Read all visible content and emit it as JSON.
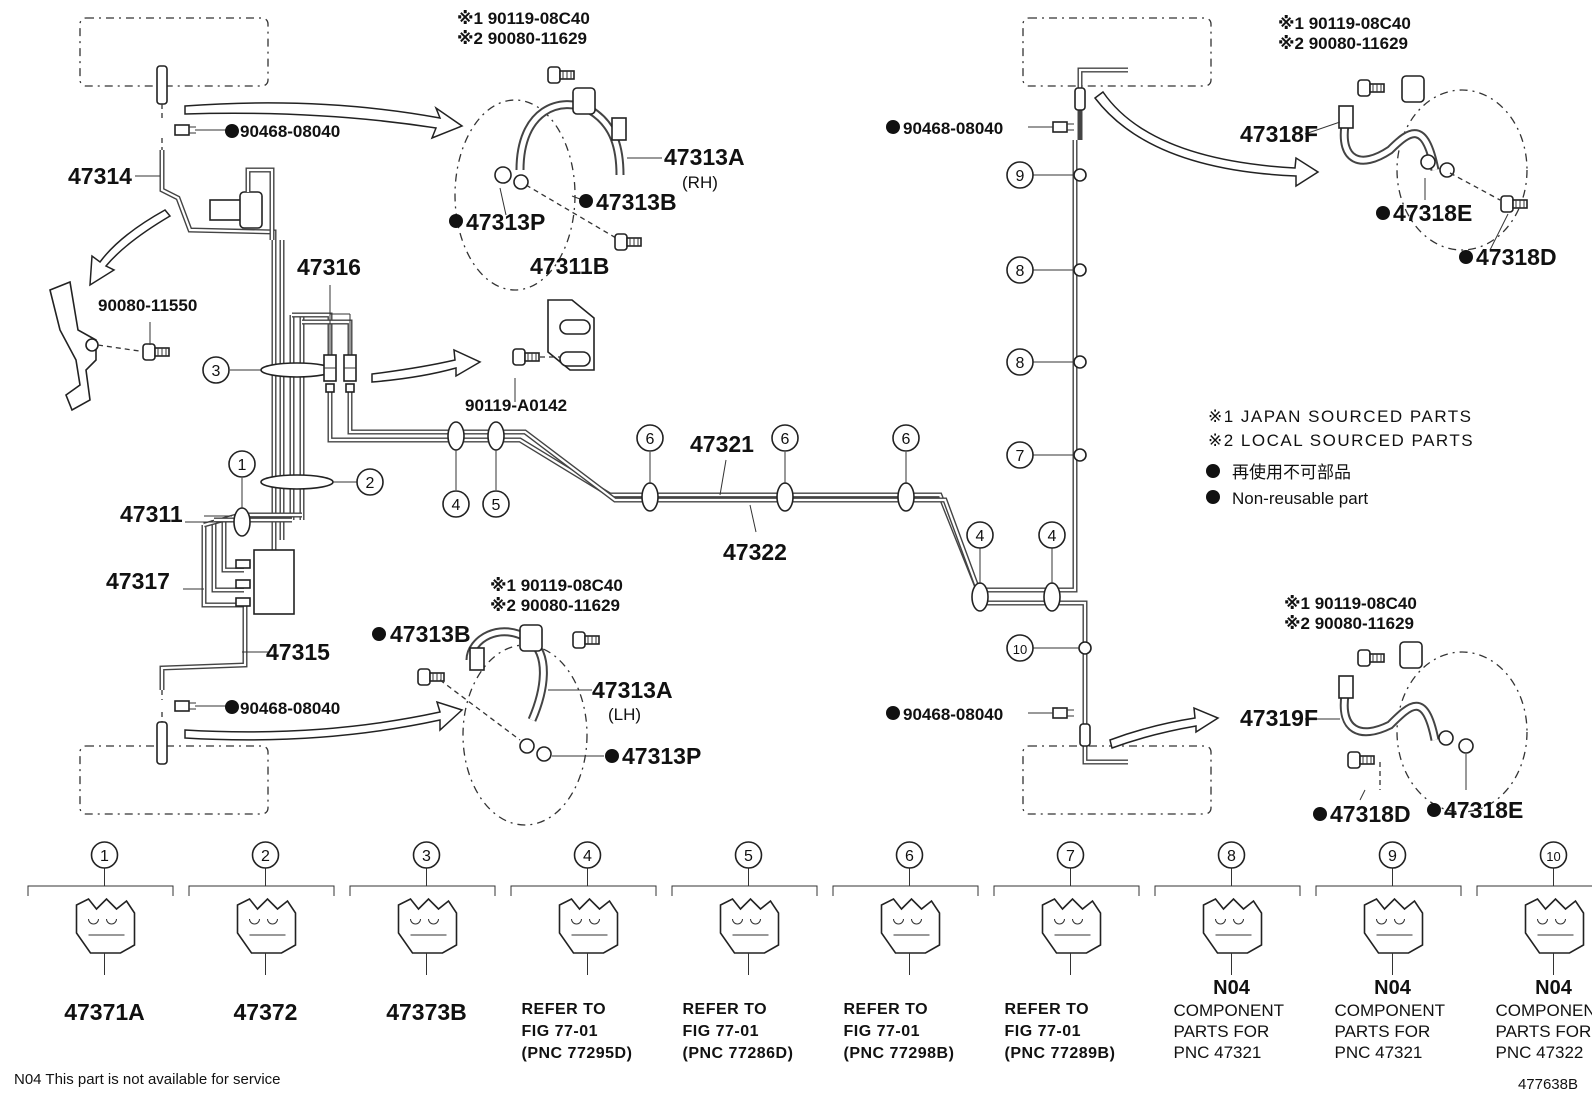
{
  "labels": {
    "p47314": "47314",
    "p47311": "47311",
    "p47317": "47317",
    "p47315": "47315",
    "p47316": "47316",
    "p47321": "47321",
    "p47322": "47322",
    "p47313A_rh": "47313A",
    "rh": "(RH)",
    "p47313B_rh": "47313B",
    "p47313P_rh": "47313P",
    "p47311B": "47311B",
    "p90119A0142": "90119-A0142",
    "p9008011550": "90080-11550",
    "p9046808040_tl": "90468-08040",
    "p9046808040_bl": "90468-08040",
    "p9046808040_tr": "90468-08040",
    "p9046808040_br": "90468-08040",
    "p47313B_lh": "47313B",
    "p47313A_lh": "47313A",
    "lh": "(LH)",
    "p47313P_lh": "47313P",
    "p47318F": "47318F",
    "p47318E_tr": "47318E",
    "p47318D_tr": "47318D",
    "p47319F": "47319F",
    "p47318D_br": "47318D",
    "p47318E_br": "47318E"
  },
  "bolt_refs": {
    "top_mid": {
      "line1": "※1 90119-08C40",
      "line2": "※2 90080-11629"
    },
    "bottom_mid": {
      "line1": "※1 90119-08C40",
      "line2": "※2 90080-11629"
    },
    "top_right": {
      "line1": "※1 90119-08C40",
      "line2": "※2 90080-11629"
    },
    "bottom_right": {
      "line1": "※1 90119-08C40",
      "line2": "※2 90080-11629"
    }
  },
  "legend": {
    "l1": "※1 JAPAN SOURCED PARTS",
    "l2": "※2 LOCAL SOURCED PARTS",
    "l3": "再使用不可部品",
    "l4": "Non-reusable part"
  },
  "callouts": {
    "c1": "1",
    "c2": "2",
    "c3": "3",
    "c4a": "4",
    "c5": "5",
    "c6a": "6",
    "c6b": "6",
    "c6c": "6",
    "c4b": "4",
    "c4c": "4",
    "c9": "9",
    "c8a": "8",
    "c8b": "8",
    "c7": "7",
    "c10": "10"
  },
  "clamps": [
    {
      "num": "1",
      "lines": [
        "47371A"
      ]
    },
    {
      "num": "2",
      "lines": [
        "47372"
      ]
    },
    {
      "num": "3",
      "lines": [
        "47373B"
      ]
    },
    {
      "num": "4",
      "lines": [
        "REFER TO",
        "FIG 77-01",
        "(PNC 77295D)"
      ]
    },
    {
      "num": "5",
      "lines": [
        "REFER TO",
        "FIG 77-01",
        "(PNC 77286D)"
      ]
    },
    {
      "num": "6",
      "lines": [
        "REFER TO",
        "FIG 77-01",
        "(PNC 77298B)"
      ]
    },
    {
      "num": "7",
      "lines": [
        "REFER TO",
        "FIG 77-01",
        "(PNC 77289B)"
      ]
    },
    {
      "num": "8",
      "code": "N04",
      "lines": [
        "COMPONENT",
        "PARTS FOR",
        "PNC 47321"
      ]
    },
    {
      "num": "9",
      "code": "N04",
      "lines": [
        "COMPONENT",
        "PARTS FOR",
        "PNC 47321"
      ]
    },
    {
      "num": "10",
      "code": "N04",
      "lines": [
        "COMPONENT",
        "PARTS FOR",
        "PNC 47322"
      ]
    }
  ],
  "footer": {
    "note": "N04 This part is not available for service",
    "figure_id": "477638B"
  }
}
